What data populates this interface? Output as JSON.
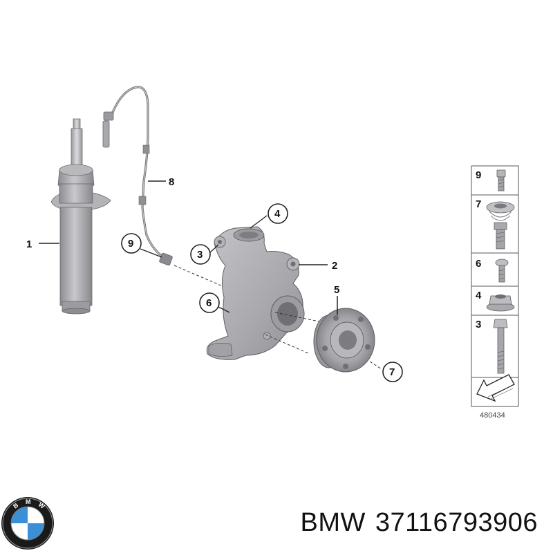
{
  "diagram": {
    "callouts": {
      "shock_absorber": "1",
      "knuckle": "2",
      "bolt": "3",
      "nut": "4",
      "hub": "5",
      "screw_left": "6",
      "collar_screw": "7",
      "sensor": "8",
      "sensor_screw": "9"
    },
    "legend": {
      "items": [
        {
          "number": "9",
          "icon": "socket-head-screw-icon"
        },
        {
          "number": "7",
          "icon": "flange-collar-screw-icon"
        },
        {
          "number": "6",
          "icon": "torx-screw-icon"
        },
        {
          "number": "4",
          "icon": "flange-nut-icon"
        },
        {
          "number": "3",
          "icon": "hex-bolt-icon"
        },
        {
          "number": "",
          "icon": "direction-arrow-icon"
        }
      ],
      "diagram_code": "480434"
    }
  },
  "footer": {
    "brand": "BMW",
    "part_number": "37116793906",
    "logo_text": "BMW"
  },
  "colors": {
    "part_gray": "#a9a9ad",
    "logo_blue": "#3a8fd6",
    "logo_black": "#1a1a1a"
  }
}
